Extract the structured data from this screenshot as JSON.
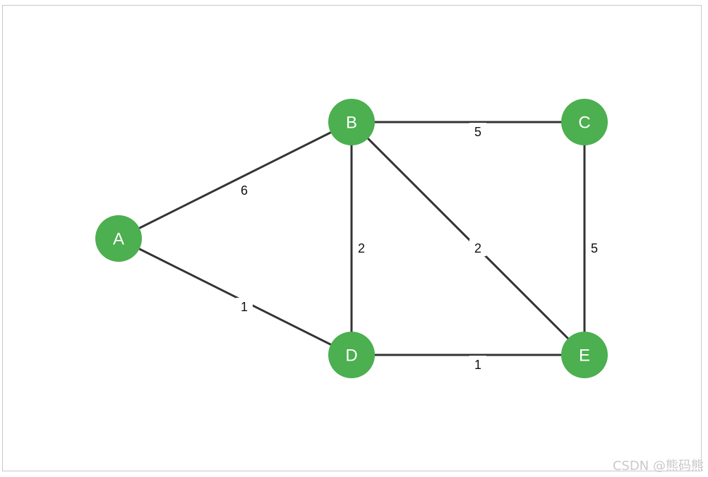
{
  "graph": {
    "nodes": [
      {
        "id": "A",
        "label": "A"
      },
      {
        "id": "B",
        "label": "B"
      },
      {
        "id": "C",
        "label": "C"
      },
      {
        "id": "D",
        "label": "D"
      },
      {
        "id": "E",
        "label": "E"
      }
    ],
    "edges": [
      {
        "from": "A",
        "to": "B",
        "weight": "6"
      },
      {
        "from": "A",
        "to": "D",
        "weight": "1"
      },
      {
        "from": "B",
        "to": "C",
        "weight": "5"
      },
      {
        "from": "B",
        "to": "D",
        "weight": "2"
      },
      {
        "from": "B",
        "to": "E",
        "weight": "2"
      },
      {
        "from": "C",
        "to": "E",
        "weight": "5"
      },
      {
        "from": "D",
        "to": "E",
        "weight": "1"
      }
    ],
    "colors": {
      "node": "#4caf50",
      "edge": "#333333",
      "node_text": "#ffffff"
    }
  },
  "watermark": "CSDN @熊码熊"
}
